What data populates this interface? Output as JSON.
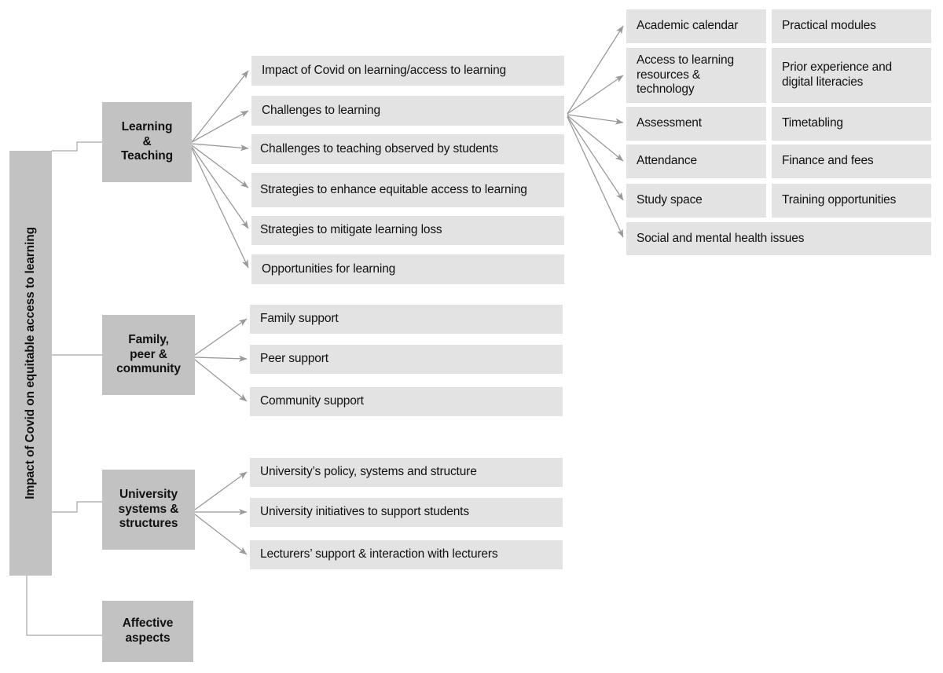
{
  "diagram": {
    "title": "Impact of Covid on equitable access to learning",
    "type": "tree-diagram",
    "colors": {
      "category_fill": "#c2c2c2",
      "leaf_fill": "#e3e3e3",
      "connector": "#9a9a9a",
      "text": "#111111",
      "background": "#ffffff"
    },
    "root": {
      "label": "Impact of Covid on equitable access to learning",
      "orientation": "vertical"
    },
    "categories": [
      {
        "id": "learning-teaching",
        "label": "Learning\n&\nTeaching",
        "line1": "Learning",
        "line2": "&",
        "line3": "Teaching"
      },
      {
        "id": "family-peer-community",
        "label": "Family,\npeer &\ncommunity",
        "line1": "Family,",
        "line2": "peer &",
        "line3": "community"
      },
      {
        "id": "university-systems-structures",
        "label": "University\nsystems &\nstructures",
        "line1": "University",
        "line2": "systems &",
        "line3": "structures"
      },
      {
        "id": "affective-aspects",
        "label": "Affective\naspects",
        "line1": "Affective",
        "line2": "aspects",
        "line3": ""
      }
    ],
    "learning_teaching_subthemes": [
      {
        "label": "Impact of Covid on learning/access to learning"
      },
      {
        "label": "Challenges to learning"
      },
      {
        "label": "Challenges to teaching observed by students"
      },
      {
        "label": "Strategies to enhance equitable access to learning"
      },
      {
        "label": "Strategies to mitigate learning loss"
      },
      {
        "label": "Opportunities for learning"
      }
    ],
    "challenges_to_learning_factors": {
      "column_one": [
        {
          "label": "Academic calendar"
        },
        {
          "label": "Access to learning resources & technology"
        },
        {
          "label": "Assessment"
        },
        {
          "label": "Attendance"
        },
        {
          "label": "Study space"
        }
      ],
      "column_two": [
        {
          "label": "Practical modules"
        },
        {
          "label": "Prior experience and digital literacies"
        },
        {
          "label": "Timetabling"
        },
        {
          "label": "Finance and fees"
        },
        {
          "label": "Training opportunities"
        }
      ],
      "full_width": [
        {
          "label": "Social and mental health issues"
        }
      ]
    },
    "family_peer_community_subthemes": [
      {
        "label": "Family support"
      },
      {
        "label": "Peer support"
      },
      {
        "label": "Community support"
      }
    ],
    "university_systems_subthemes": [
      {
        "label": "University’s policy, systems and structure"
      },
      {
        "label": "University initiatives to support students"
      },
      {
        "label": "Lecturers’ support & interaction with lecturers"
      }
    ],
    "affective_aspects_subthemes": []
  }
}
